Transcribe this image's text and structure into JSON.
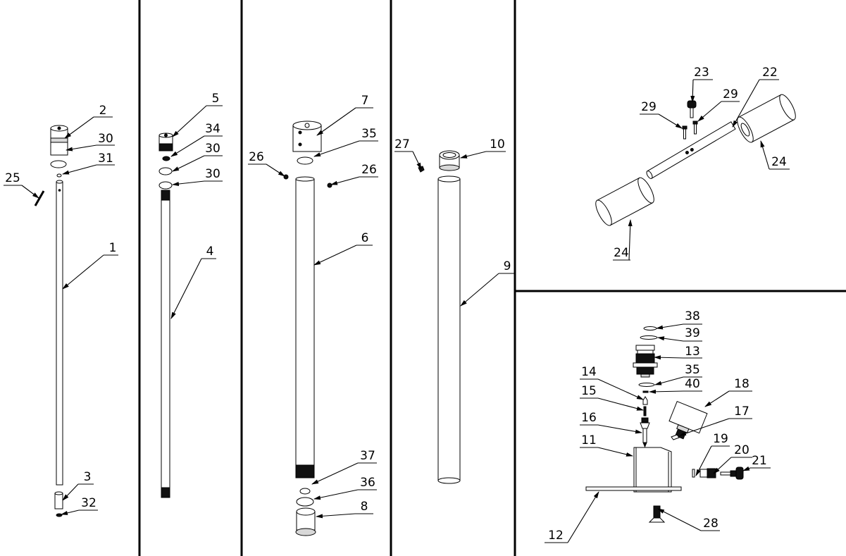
{
  "colors": {
    "ink": "#000000",
    "background": "#ffffff"
  },
  "panels": [
    {
      "name": "rod-1-assembly",
      "callouts": [
        "2",
        "30",
        "31",
        "25",
        "1",
        "3",
        "32"
      ]
    },
    {
      "name": "rod-4-assembly",
      "callouts": [
        "5",
        "34",
        "30",
        "30",
        "4"
      ]
    },
    {
      "name": "tube-6-assembly",
      "callouts": [
        "7",
        "35",
        "26",
        "26",
        "6",
        "37",
        "36",
        "8"
      ]
    },
    {
      "name": "tube-9-assembly",
      "callouts": [
        "27",
        "10",
        "9"
      ]
    },
    {
      "name": "handle-assembly",
      "callouts": [
        "23",
        "22",
        "29",
        "29",
        "24",
        "24"
      ]
    },
    {
      "name": "base-assembly",
      "callouts": [
        "38",
        "39",
        "13",
        "35",
        "40",
        "14",
        "15",
        "16",
        "11",
        "12",
        "18",
        "17",
        "19",
        "20",
        "21",
        "28"
      ]
    }
  ]
}
